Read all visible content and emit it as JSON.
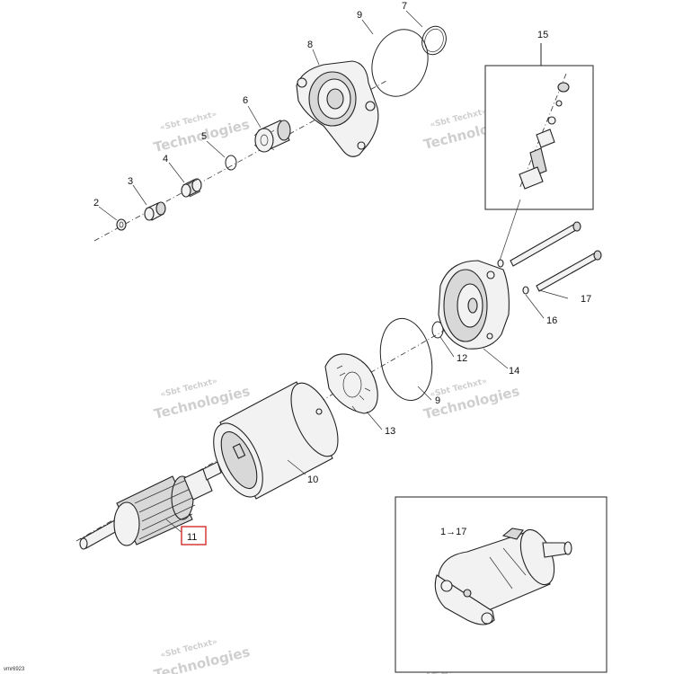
{
  "callouts": {
    "n2": "2",
    "n3": "3",
    "n4": "4",
    "n5": "5",
    "n6": "6",
    "n7": "7",
    "n8": "8",
    "n9": "9",
    "n10": "10",
    "n11": "11",
    "n12": "12",
    "n13": "13",
    "n14": "14",
    "n15": "15",
    "n16": "16",
    "n17": "17"
  },
  "inset": {
    "label": "1→17"
  },
  "watermark": {
    "line1": "«Sbt Techxt»",
    "line2": "Technologies"
  },
  "doc_id": "vmr6923",
  "colors": {
    "highlight": "#d42b2b",
    "line": "#222222"
  }
}
